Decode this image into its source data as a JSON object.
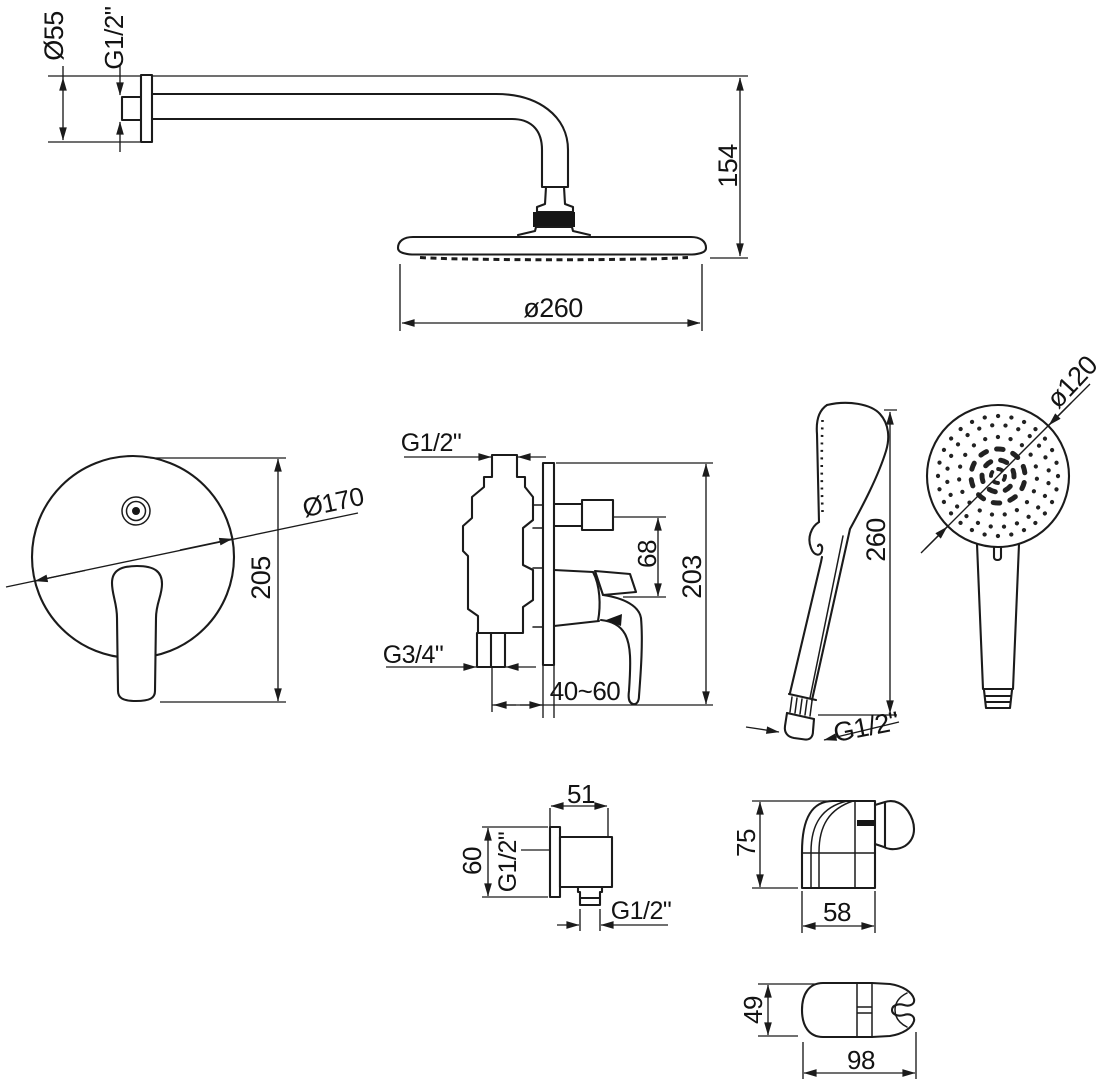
{
  "drawing": {
    "background": "#ffffff",
    "line_color": "#1b1b1b",
    "views": {
      "overhead_shower": {
        "title": "wall-mounted overhead shower with arm",
        "dims": {
          "flange_diameter": "Ø55",
          "wall_thread": "G1/2\"",
          "drop_height": "154",
          "head_diameter": "ø260"
        }
      },
      "mixer_front": {
        "title": "concealed mixer front view",
        "dims": {
          "plate_diameter": "Ø170",
          "overall_height": "205"
        }
      },
      "mixer_side": {
        "title": "concealed mixer side view",
        "dims": {
          "top_outlet_thread": "G1/2\"",
          "bottom_inlet_thread": "G3/4\"",
          "outlet_to_handle": "68",
          "overall_height": "203",
          "mounting_depth": "40~60"
        }
      },
      "hand_shower_side": {
        "title": "hand shower side view",
        "dims": {
          "length": "260",
          "connection_thread": "G1/2\""
        }
      },
      "hand_shower_front": {
        "title": "hand shower front view",
        "dims": {
          "head_diameter": "ø120"
        }
      },
      "wall_outlet_elbow": {
        "title": "wall outlet elbow",
        "dims": {
          "width": "51",
          "height": "60",
          "wall_thread": "G1/2\"",
          "outlet_thread": "G1/2\""
        }
      },
      "shower_holder_side": {
        "title": "shower holder side view",
        "dims": {
          "height": "75",
          "depth": "58"
        }
      },
      "shower_holder_top": {
        "title": "shower holder top view",
        "dims": {
          "height": "49",
          "length": "98"
        }
      }
    }
  }
}
